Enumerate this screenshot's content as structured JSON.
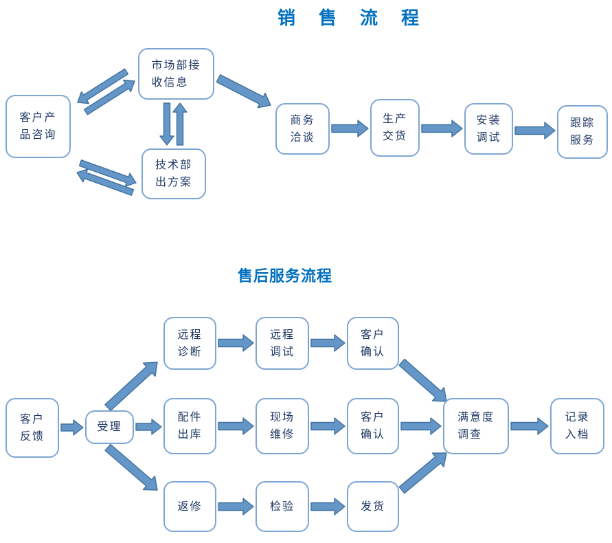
{
  "colors": {
    "background": "#FFFFFF",
    "title": "#0070C0",
    "node_border": "#7EA6D4",
    "node_text": "#1F3864",
    "arrow_fill": "#6496C8",
    "arrow_stroke": "#41719C"
  },
  "sales_flow": {
    "title": "销售流程",
    "nodes": {
      "customer_consultation": "客户产\n品咨询",
      "marketing_receive": "市场部接\n收信息",
      "technical_solution": "技术部\n出方案",
      "business_negotiation": "商务\n洽谈",
      "production_delivery": "生产\n交货",
      "installation_debug": "安装\n调试",
      "tracking_service": "跟踪\n服务"
    },
    "edges": [
      {
        "from": "customer_consultation",
        "to": "marketing_receive"
      },
      {
        "from": "marketing_receive",
        "to": "customer_consultation"
      },
      {
        "from": "marketing_receive",
        "to": "technical_solution"
      },
      {
        "from": "technical_solution",
        "to": "marketing_receive"
      },
      {
        "from": "customer_consultation",
        "to": "technical_solution"
      },
      {
        "from": "technical_solution",
        "to": "customer_consultation"
      },
      {
        "from": "marketing_receive",
        "to": "business_negotiation"
      },
      {
        "from": "business_negotiation",
        "to": "production_delivery"
      },
      {
        "from": "production_delivery",
        "to": "installation_debug"
      },
      {
        "from": "installation_debug",
        "to": "tracking_service"
      }
    ]
  },
  "service_flow": {
    "title": "售后服务流程",
    "nodes": {
      "customer_feedback": "客户\n反馈",
      "acceptance": "受理",
      "remote_diagnosis": "远程\n诊断",
      "remote_debug": "远程\n调试",
      "customer_confirm_remote": "客户\n确认",
      "parts_outbound": "配件\n出库",
      "onsite_repair": "现场\n维修",
      "customer_confirm_onsite": "客户\n确认",
      "return_repair": "返修",
      "inspection": "检验",
      "shipping": "发货",
      "satisfaction_survey": "满意度\n调查",
      "record_archive": "记录\n入档"
    },
    "edges": [
      {
        "from": "customer_feedback",
        "to": "acceptance"
      },
      {
        "from": "acceptance",
        "to": "remote_diagnosis"
      },
      {
        "from": "acceptance",
        "to": "parts_outbound"
      },
      {
        "from": "acceptance",
        "to": "return_repair"
      },
      {
        "from": "remote_diagnosis",
        "to": "remote_debug"
      },
      {
        "from": "remote_debug",
        "to": "customer_confirm_remote"
      },
      {
        "from": "parts_outbound",
        "to": "onsite_repair"
      },
      {
        "from": "onsite_repair",
        "to": "customer_confirm_onsite"
      },
      {
        "from": "return_repair",
        "to": "inspection"
      },
      {
        "from": "inspection",
        "to": "shipping"
      },
      {
        "from": "customer_confirm_remote",
        "to": "satisfaction_survey"
      },
      {
        "from": "customer_confirm_onsite",
        "to": "satisfaction_survey"
      },
      {
        "from": "shipping",
        "to": "satisfaction_survey"
      },
      {
        "from": "satisfaction_survey",
        "to": "record_archive"
      }
    ]
  }
}
